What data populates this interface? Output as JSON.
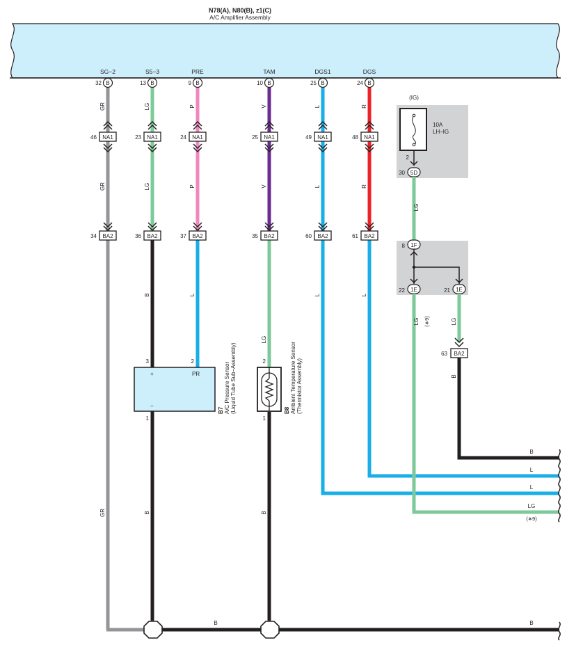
{
  "header": {
    "title": "N78(A), N80(B), z1(C)",
    "subtitle": "A/C Amplifier Assembly"
  },
  "amplifier": {
    "pins": [
      {
        "signal": "SG−2",
        "pin": "32",
        "conn": "B",
        "color": "GR"
      },
      {
        "signal": "S5−3",
        "pin": "13",
        "conn": "B",
        "color": "LG"
      },
      {
        "signal": "PRE",
        "pin": "9",
        "conn": "B",
        "color": "P"
      },
      {
        "signal": "TAM",
        "pin": "10",
        "conn": "B",
        "color": "V"
      },
      {
        "signal": "DGS1",
        "pin": "25",
        "conn": "B",
        "color": "L"
      },
      {
        "signal": "DGS",
        "pin": "24",
        "conn": "B",
        "color": "R"
      }
    ]
  },
  "na1": {
    "label": "NA1",
    "pins": [
      "46",
      "23",
      "24",
      "25",
      "49",
      "48"
    ],
    "lower_colors": [
      "GR",
      "LG",
      "P",
      "V",
      "L",
      "R"
    ]
  },
  "ba2": {
    "label": "BA2",
    "pins": [
      "34",
      "36",
      "37",
      "35",
      "60",
      "61"
    ],
    "lower_colors": [
      "",
      "B",
      "L",
      "LG",
      "L",
      "L"
    ]
  },
  "fuse": {
    "supply": "(IG)",
    "rating": "10A",
    "name": "LH–IG",
    "pin": "2",
    "out_pin": "30",
    "out_conn": "5D",
    "wire_color": "LG"
  },
  "junction": {
    "in_pin": "8",
    "in_conn": "1F",
    "out_a_pin": "22",
    "out_a_conn": "1E",
    "out_b_pin": "21",
    "out_b_conn": "1E",
    "out_a_color": "LG",
    "out_a_note": "(∗9)",
    "out_b_color": "LG",
    "ba2_pin": "63",
    "ba2_label": "BA2",
    "ba2_out_color": "B"
  },
  "sensor_b7": {
    "code": "B7",
    "name": "A/C Pressure Sensor",
    "sub": "(Liquid Tube Sub−Assembly)",
    "pin_plus": "3",
    "pin_pr": "2",
    "pin_minus": "1",
    "plus": "+",
    "pr": "PR",
    "minus": "−",
    "ground_color": "B"
  },
  "sensor_b8": {
    "code": "B8",
    "name": "Ambient Temperature Sensor",
    "sub": "(Thermistor Assembly)",
    "pin_top": "2",
    "pin_bottom": "1",
    "ground_color": "B"
  },
  "right_exits": [
    {
      "color": "B"
    },
    {
      "color": "L"
    },
    {
      "color": "L"
    },
    {
      "color": "LG",
      "note": "(∗9)"
    }
  ],
  "ground": {
    "left_color": "GR",
    "bus_color": "B",
    "bus_color_right": "B"
  },
  "wire_colors": {
    "GR": "#939598",
    "LG": "#7dc99a",
    "P": "#f088bf",
    "V": "#6a2c91",
    "L": "#1aaee8",
    "R": "#ec2227",
    "B": "#231f20",
    "amp_fill": "#cdeefb",
    "box_fill": "#d1d3d4"
  }
}
